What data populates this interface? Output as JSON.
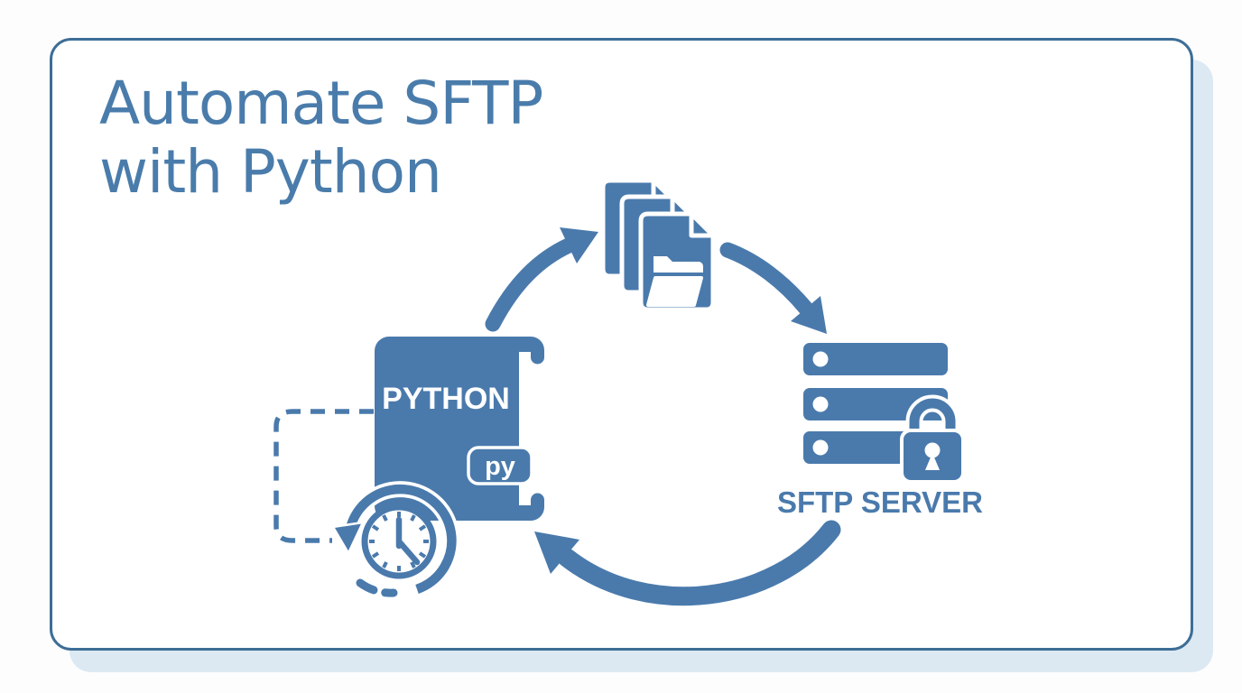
{
  "title": {
    "line1": "Automate SFTP",
    "line2": "with Python"
  },
  "diagram": {
    "python_script": {
      "label": "PYTHON",
      "badge": "py"
    },
    "server": {
      "label": "SFTP SERVER"
    },
    "icons": [
      "python-scroll-icon",
      "py-badge",
      "scheduler-clock-icon",
      "dashed-schedule-loop",
      "files-stack-icon",
      "open-folder-icon",
      "server-rack-icon",
      "padlock-icon",
      "arrow-upload-icon",
      "arrow-transfer-icon",
      "arrow-return-icon"
    ]
  },
  "colors": {
    "accent": "#4a7aac",
    "title_text": "#4a7cab",
    "card_border": "#3d6e96",
    "card_shadow": "#dce9f3",
    "card_background": "#ffffff",
    "page_background": "#fdfdfe",
    "icon_text": "#ffffff"
  }
}
